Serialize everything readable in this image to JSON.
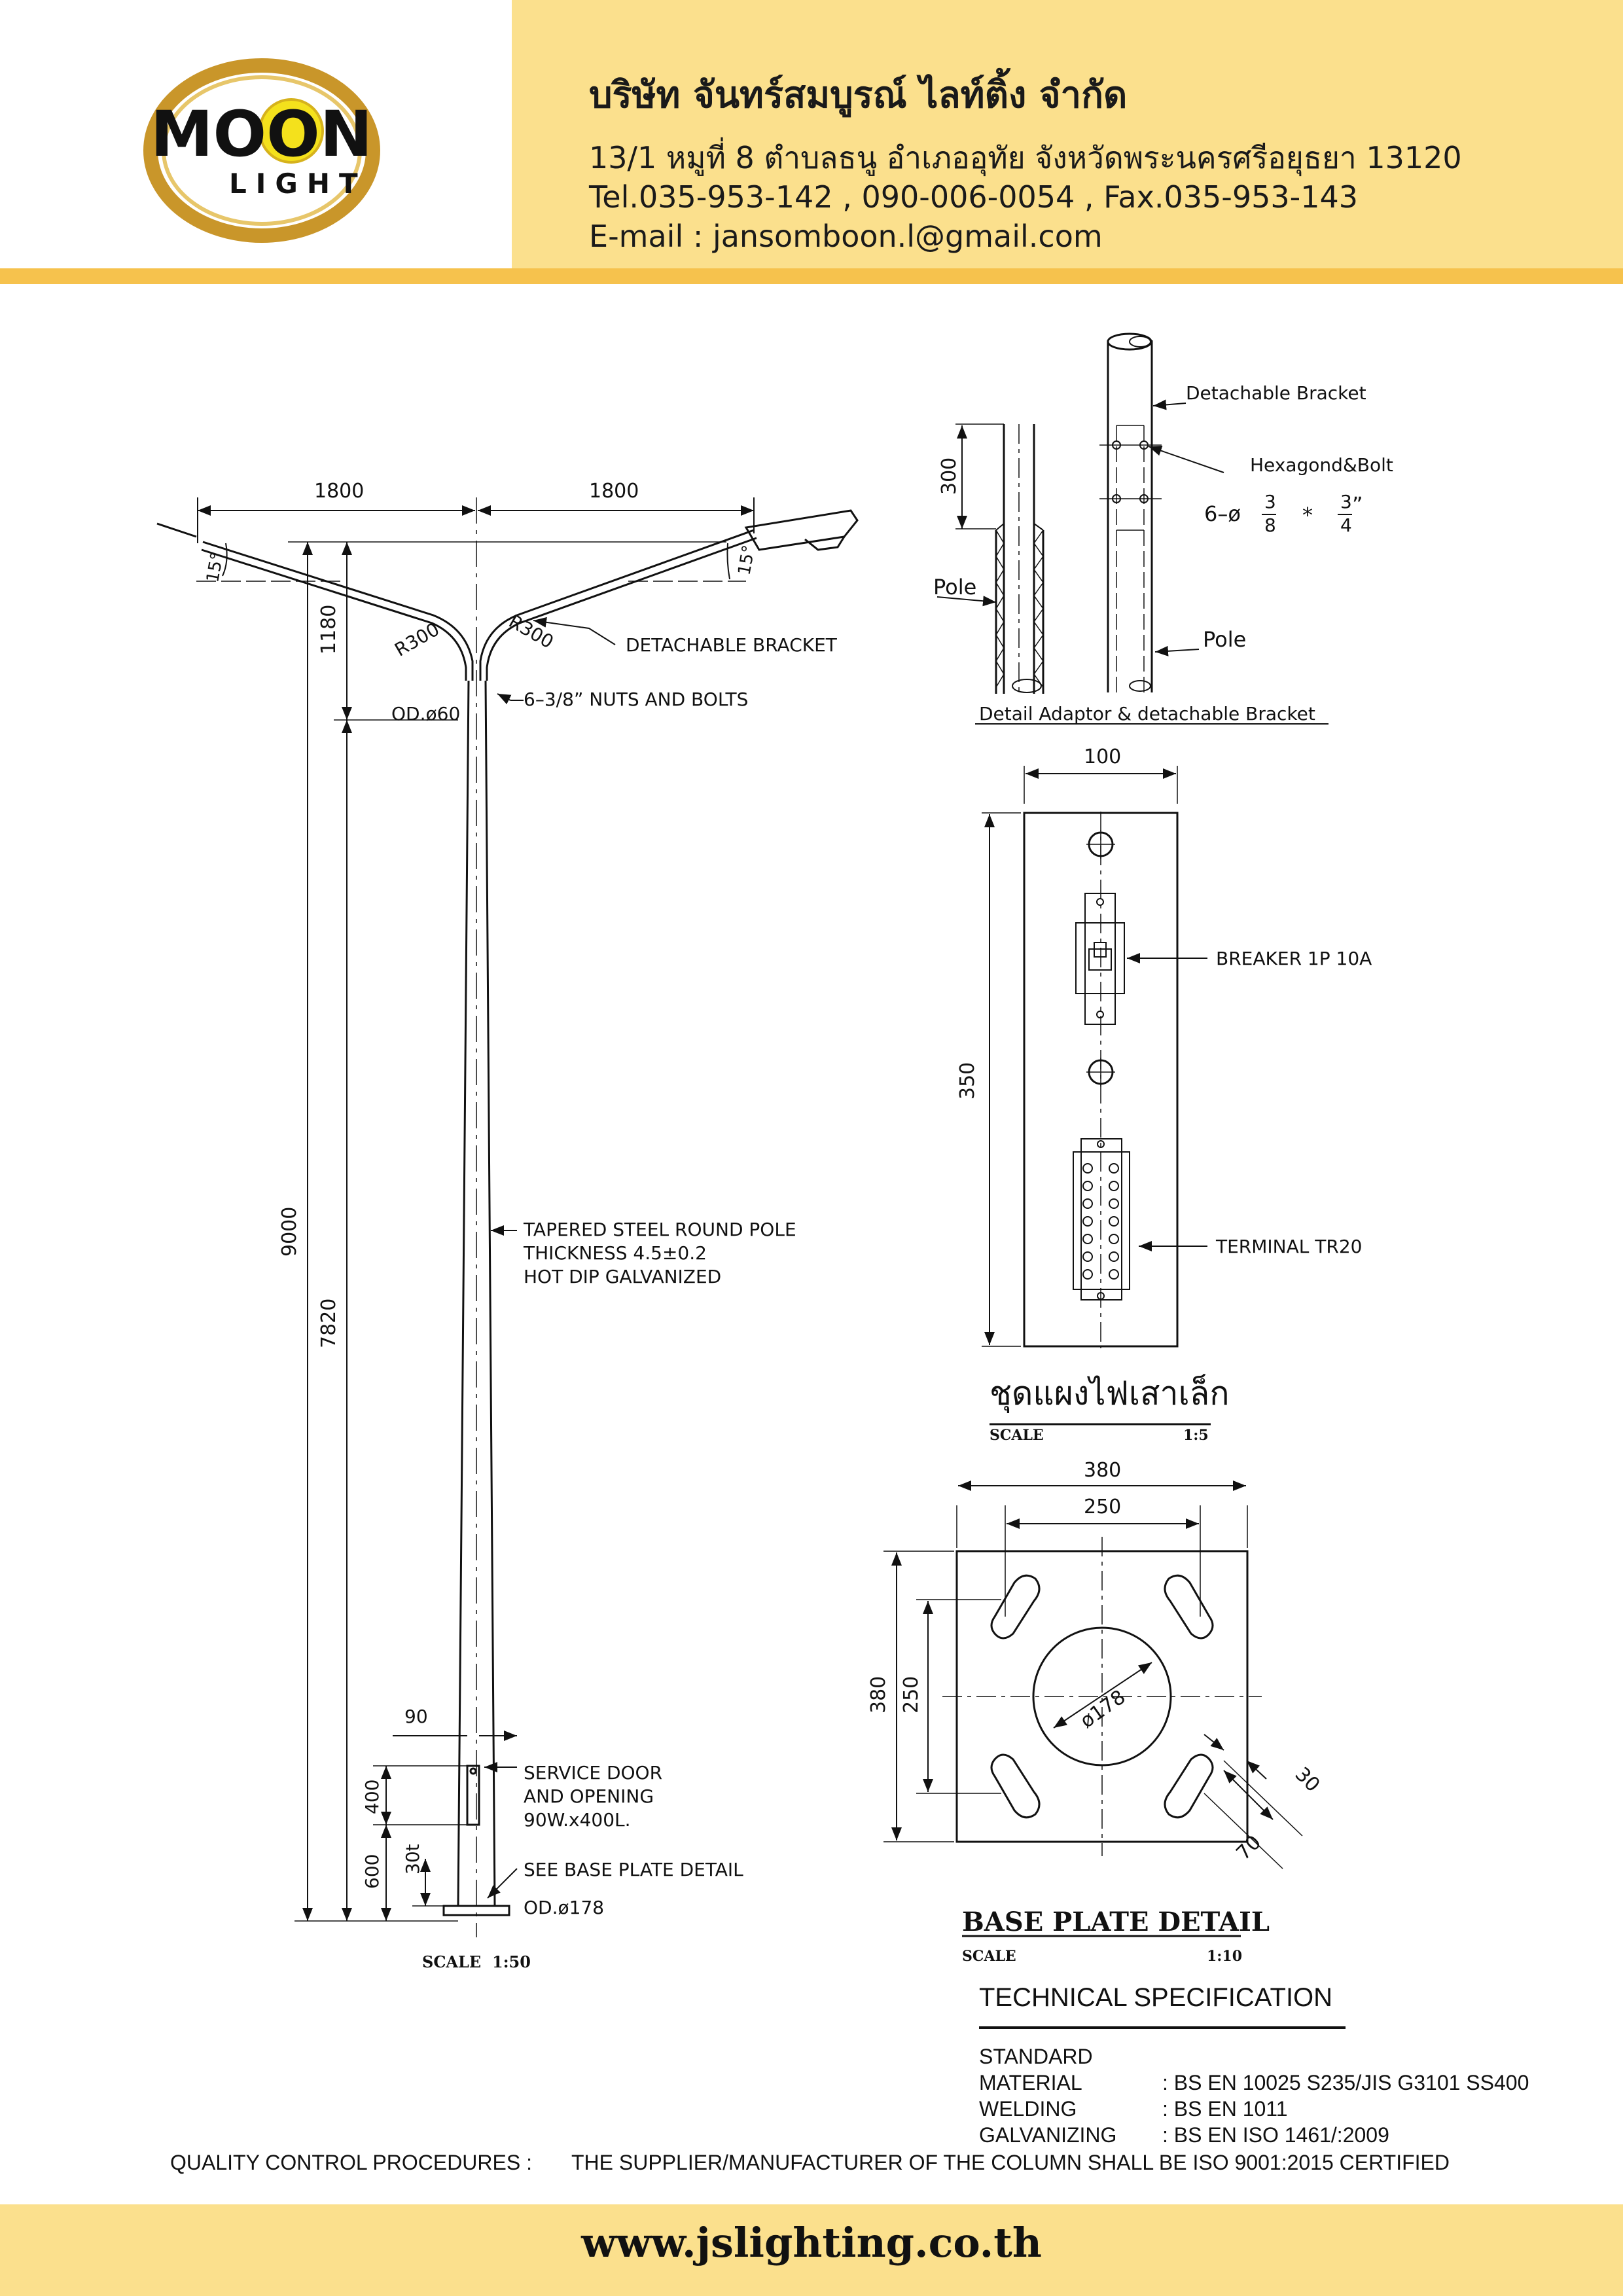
{
  "header": {
    "logo_text_main": "MOON",
    "logo_text_sub": "LIGHT",
    "company_name": "บริษัท จันทร์สมบูรณ์ ไลท์ติ้ง จำกัด",
    "address": "13/1 หมูที่ 8 ตำบลธนู อำเภออุทัย จังหวัดพระนครศรีอยุธยา 13120",
    "phone": "Tel.035-953-142 , 090-006-0054 , Fax.035-953-143",
    "email": "E-mail : jansomboon.l@gmail.com"
  },
  "pole_drawing": {
    "arm_left_width": "1800",
    "arm_right_width": "1800",
    "arm_angle_left": "15°",
    "arm_angle_right": "15°",
    "radius_left": "R300",
    "radius_right": "R300",
    "detachable_bracket": "DETACHABLE BRACKET",
    "nuts_bolts": "6–3/8” NUTS AND BOLTS",
    "top_od": "OD.ø60",
    "dim_1180": "1180",
    "dim_9000": "9000",
    "dim_7820": "7820",
    "pole_spec_1": "TAPERED STEEL ROUND POLE",
    "pole_spec_2": "THICKNESS 4.5±0.2",
    "pole_spec_3": "HOT DIP GALVANIZED",
    "door_width": "90",
    "door_height": "400",
    "dim_600": "600",
    "dim_30t": "30t",
    "service_door_1": "SERVICE DOOR",
    "service_door_2": "AND OPENING",
    "service_door_3": "90W.x400L.",
    "base_plate_ref": "SEE BASE PLATE DETAIL",
    "bottom_od": "OD.ø178",
    "scale_label": "SCALE",
    "scale_value": "1:50"
  },
  "adaptor_detail": {
    "dim_300": "300",
    "pole_left": "Pole",
    "pole_right": "Pole",
    "detachable_bracket": "Detachable Bracket",
    "hexagon_bolt": "Hexagond&Bolt",
    "bolt_spec_prefix": "6–ø",
    "bolt_num1": "3",
    "bolt_den1": "8",
    "bolt_times": "*",
    "bolt_num2": "3",
    "bolt_den2": "4",
    "bolt_inch": "”",
    "caption": "Detail Adaptor & detachable Bracket"
  },
  "panel_detail": {
    "width": "100",
    "height": "350",
    "breaker": "BREAKER 1P 10A",
    "terminal": "TERMINAL TR20",
    "title": "ชุดแผงไฟเสาเล็ก",
    "scale_label": "SCALE",
    "scale_value": "1:5"
  },
  "base_plate": {
    "outer_w": "380",
    "inner_w": "250",
    "outer_h": "380",
    "inner_h": "250",
    "hole_dia": "ø178",
    "slot_w": "30",
    "slot_l": "70",
    "title": "BASE PLATE DETAIL",
    "scale_label": "SCALE",
    "scale_value": "1:10"
  },
  "tech_spec": {
    "title": "TECHNICAL SPECIFICATION",
    "standard": "STANDARD",
    "rows": [
      {
        "key": "MATERIAL",
        "value": ": BS EN 10025 S235/JIS G3101 SS400"
      },
      {
        "key": "WELDING",
        "value": ": BS EN 1011"
      },
      {
        "key": "GALVANIZING",
        "value": ": BS EN ISO 1461/:2009"
      }
    ]
  },
  "quality": {
    "label": "QUALITY CONTROL PROCEDURES :",
    "text": "THE SUPPLIER/MANUFACTURER OF THE COLUMN SHALL BE ISO 9001:2015 CERTIFIED"
  },
  "footer": {
    "url": "www.jslighting.co.th"
  },
  "colors": {
    "header_bg": "#fbe08d",
    "header_line": "#f6c24d",
    "logo_gold": "#c9962a",
    "logo_yellow": "#f4e11c"
  }
}
